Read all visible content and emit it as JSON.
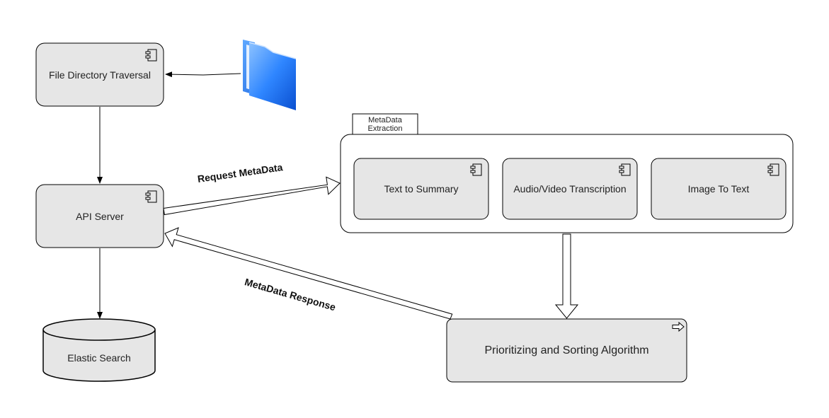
{
  "nodes": {
    "file_directory_traversal": "File Directory Traversal",
    "api_server": "API Server",
    "elastic_search": "Elastic Search",
    "metadata_extraction_tab": "MetaData Extraction",
    "text_to_summary": "Text to Summary",
    "audio_video_transcription": "Audio/Video Transcription",
    "image_to_text": "Image To Text",
    "prioritizing_sorting": "Prioritizing and Sorting Algorithm"
  },
  "edges": {
    "request_metadata": "Request MetaData",
    "metadata_response": "MetaData Response"
  },
  "icons": {
    "component": "component-icon",
    "folder": "folder-icon",
    "process_arrow": "arrow-right-icon"
  },
  "colors": {
    "node_fill": "#e6e6e6",
    "stroke": "#000000",
    "folder_blue": "#1a6ff0"
  }
}
